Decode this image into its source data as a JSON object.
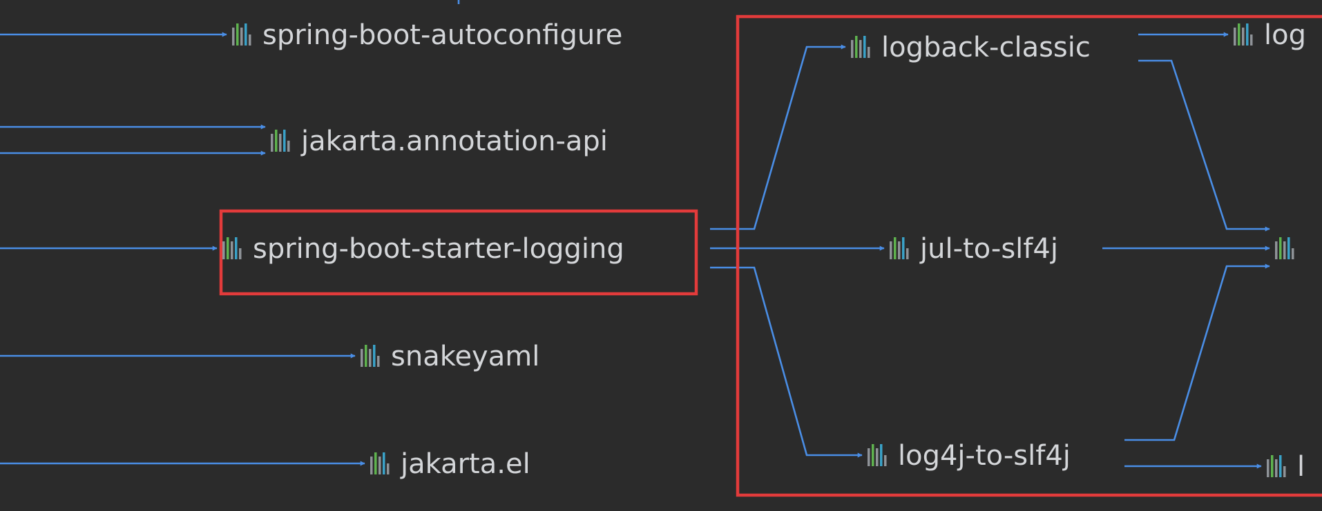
{
  "colors": {
    "background": "#2b2b2b",
    "edge": "#4a8ee6",
    "label": "#d4d6d9",
    "highlight": "#e23b3b",
    "icon_bars": [
      "#8f9398",
      "#5fb34f",
      "#8f9398",
      "#3aa2c8",
      "#8f9398"
    ]
  },
  "icon_name": "maven-library-icon",
  "nodes": [
    {
      "id": "spring-boot-autoconfigure",
      "label": "spring-boot-autoconfigure"
    },
    {
      "id": "jakarta-annotation-api",
      "label": "jakarta.annotation-api"
    },
    {
      "id": "spring-boot-starter-logging",
      "label": "spring-boot-starter-logging",
      "highlighted": true
    },
    {
      "id": "snakeyaml",
      "label": "snakeyaml"
    },
    {
      "id": "jakarta-el",
      "label": "jakarta.el"
    },
    {
      "id": "logback-classic",
      "label": "logback-classic"
    },
    {
      "id": "jul-to-slf4j",
      "label": "jul-to-slf4j"
    },
    {
      "id": "log4j-to-slf4j",
      "label": "log4j-to-slf4j"
    },
    {
      "id": "cut-top-right",
      "label": "log"
    },
    {
      "id": "cut-mid-right",
      "label": ""
    },
    {
      "id": "cut-bottom-right",
      "label": "l"
    }
  ],
  "edges": [
    {
      "from": "offscreen-left",
      "to": "spring-boot-autoconfigure"
    },
    {
      "from": "offscreen-left",
      "to": "jakarta-annotation-api"
    },
    {
      "from": "offscreen-left",
      "to": "jakarta-annotation-api"
    },
    {
      "from": "offscreen-left",
      "to": "spring-boot-starter-logging"
    },
    {
      "from": "offscreen-left",
      "to": "snakeyaml"
    },
    {
      "from": "offscreen-left",
      "to": "jakarta-el"
    },
    {
      "from": "spring-boot-starter-logging",
      "to": "logback-classic"
    },
    {
      "from": "spring-boot-starter-logging",
      "to": "jul-to-slf4j"
    },
    {
      "from": "spring-boot-starter-logging",
      "to": "log4j-to-slf4j"
    },
    {
      "from": "logback-classic",
      "to": "cut-top-right"
    },
    {
      "from": "logback-classic",
      "to": "cut-mid-right"
    },
    {
      "from": "jul-to-slf4j",
      "to": "cut-mid-right"
    },
    {
      "from": "log4j-to-slf4j",
      "to": "cut-mid-right"
    },
    {
      "from": "log4j-to-slf4j",
      "to": "cut-bottom-right"
    }
  ],
  "highlight_group": [
    "logback-classic",
    "jul-to-slf4j",
    "log4j-to-slf4j"
  ]
}
